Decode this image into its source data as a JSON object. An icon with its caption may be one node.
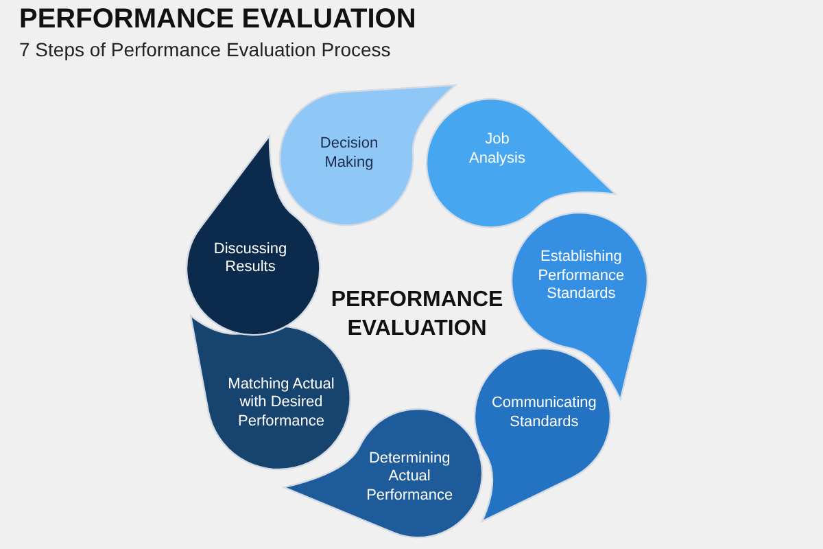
{
  "diagram": {
    "title": "PERFORMANCE EVALUATION",
    "nodes": [
      {
        "text": [
          "Job Analysis"
        ]
      },
      {
        "text": [
          "Establishing Performance Standards"
        ]
      },
      {
        "text": [
          "Communicating Standards"
        ]
      },
      {
        "text": [
          "Determining Actual Performance"
        ]
      },
      {
        "text": [
          "Matching Actual with Desired Performance"
        ]
      },
      {
        "text": [
          "Discussing Results"
        ]
      },
      {
        "text": [
          "Decision Making"
        ]
      }
    ],
    "labels": [
      "7 Steps of Performance Evaluation Process",
      "PERFORMANCE EVALUATION"
    ]
  }
}
